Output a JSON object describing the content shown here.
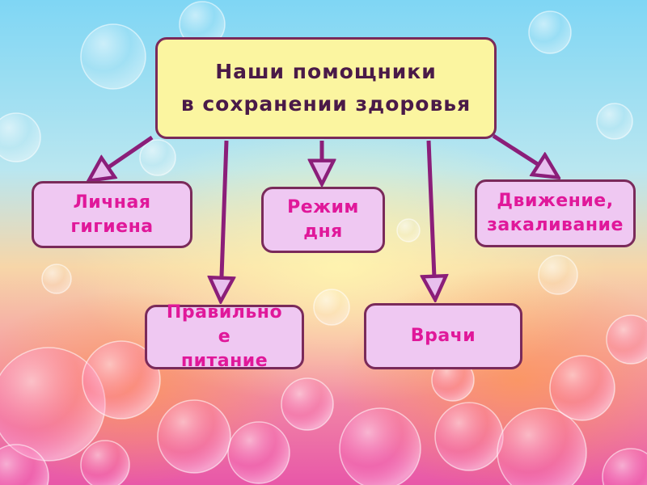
{
  "diagram": {
    "title": "Наши помощники\nв сохранении здоровья",
    "nodes": [
      {
        "id": "hyg",
        "label": "Личная\nгигиена"
      },
      {
        "id": "rej",
        "label": "Режим\nдня"
      },
      {
        "id": "mov",
        "label": "Движение,\nзакаливание"
      },
      {
        "id": "pit",
        "label": "Правильное\nпитание"
      },
      {
        "id": "vra",
        "label": "Врачи"
      }
    ],
    "edges": [
      {
        "from": "title",
        "to": "hyg"
      },
      {
        "from": "title",
        "to": "pit"
      },
      {
        "from": "title",
        "to": "rej"
      },
      {
        "from": "title",
        "to": "vra"
      },
      {
        "from": "title",
        "to": "mov"
      }
    ]
  },
  "colors": {
    "title_fill": "#fbf5a0",
    "node_fill": "#efc8f2",
    "node_text": "#e0189a",
    "border": "#7a2a5a",
    "arrow": "#8b1e79"
  }
}
